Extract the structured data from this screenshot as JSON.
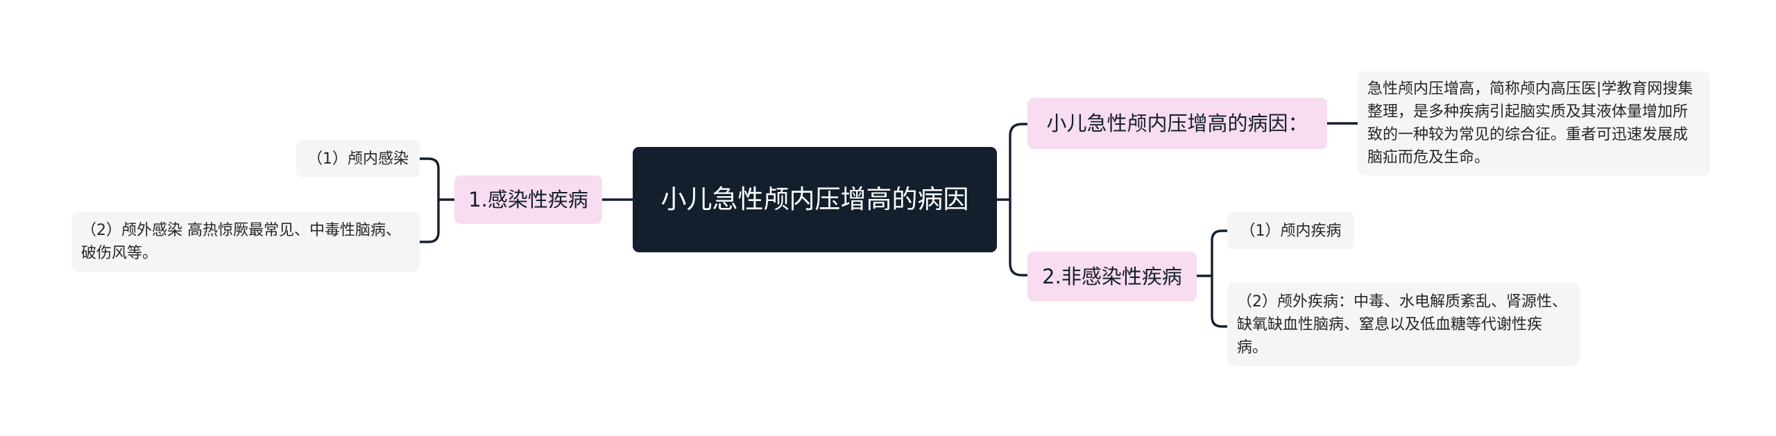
{
  "root": {
    "title": "小儿急性颅内压增高的病因"
  },
  "left": {
    "branch": {
      "label": "1.感染性疾病"
    },
    "leaves": [
      "（1）颅内感染",
      "（2）颅外感染 高热惊厥最常见、中毒性脑病、破伤风等。"
    ]
  },
  "right": {
    "definition": {
      "label": "小儿急性颅内压增高的病因：",
      "text": "急性颅内压增高，简称颅内高压医|学教育网搜集整理，是多种疾病引起脑实质及其液体量增加所致的一种较为常见的综合征。重者可迅速发展成脑疝而危及生命。"
    },
    "branch": {
      "label": "2.非感染性疾病"
    },
    "leaves": [
      "（1）颅内疾病",
      "（2）颅外疾病：中毒、水电解质紊乱、肾源性、缺氧缺血性脑病、窒息以及低血糖等代谢性疾病。"
    ]
  },
  "colors": {
    "root_fill": "#141f2d",
    "branch_fill": "#f8dcef",
    "leaf_fill": "#f5f5f5",
    "connector": "#141f2d"
  }
}
